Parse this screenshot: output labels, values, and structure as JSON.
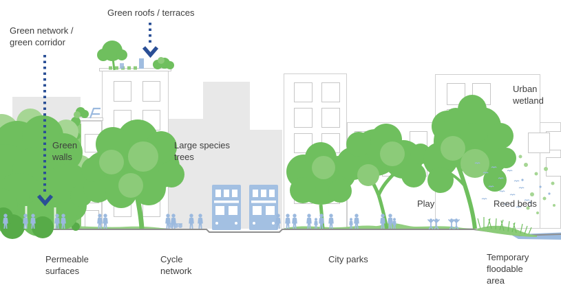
{
  "diagram": {
    "annotations": {
      "green_network": "Green network /\ngreen corridor",
      "green_roofs": "Green roofs / terraces",
      "green_walls": "Green\nwalls",
      "large_species_trees": "Large species\ntrees",
      "urban_wetland": "Urban\nwetland",
      "play": "Play",
      "reed_beds": "Reed beds",
      "permeable_surfaces": "Permeable\nsurfaces",
      "cycle_network": "Cycle\nnetwork",
      "city_parks": "City parks",
      "temporary_floodable_area": "Temporary\nfloodable\narea"
    },
    "icons": {
      "green_network_arrow": "dotted-arrow-down",
      "green_roofs_arrow": "dotted-arrow-down"
    },
    "elements": [
      "street trees",
      "green wall",
      "green roof with tree and planters",
      "roof terrace",
      "double-decker buses",
      "pedestrians",
      "children playing",
      "parked bicycles",
      "reed beds with birds",
      "water channel",
      "city buildings"
    ],
    "colors": {
      "tree_green": "#6fbf5e",
      "light_green": "#a6d694",
      "mid_green": "#8ccb79",
      "dark_green": "#57ab48",
      "people_blue": "#9bb9de",
      "bus_blue": "#a3c0e2",
      "water_blue": "#9cbbdf",
      "arrow_navy": "#2a4f96",
      "building_gray": "#e8e8e8",
      "window_outline": "#c6c6c6",
      "ground_gray": "#8e8e8e",
      "label_text": "#3d3d3d"
    }
  }
}
